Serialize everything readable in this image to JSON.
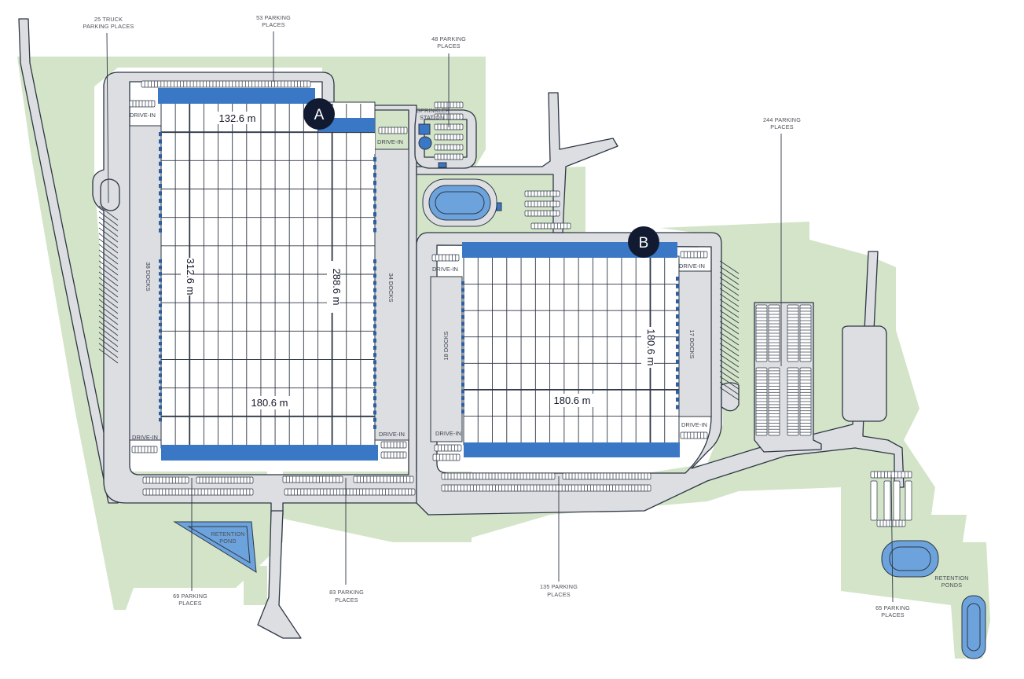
{
  "labels": {
    "truck_parking": [
      "25 TRUCK",
      "PARKING PLACES"
    ],
    "p53": [
      "53 PARKING",
      "PLACES"
    ],
    "p48": [
      "48 PARKING",
      "PLACES"
    ],
    "p244": [
      "244 PARKING",
      "PLACES"
    ],
    "p69": [
      "69 PARKING",
      "PLACES"
    ],
    "p83": [
      "83 PARKING",
      "PLACES"
    ],
    "p135": [
      "135 PARKING",
      "PLACES"
    ],
    "p65": [
      "65 PARKING",
      "PLACES"
    ],
    "sprinkler": [
      "SPRINKLER",
      "STATION"
    ],
    "retention_pond": [
      "RETENTION",
      "POND"
    ],
    "retention_ponds": [
      "RETENTION",
      "PONDS"
    ],
    "drive_in": "DRIVE-IN"
  },
  "building_a": {
    "badge": "A",
    "width_top": "132.6 m",
    "height_left": "312.6 m",
    "height_right": "288.6 m",
    "width_bottom": "180.6 m",
    "docks_left": "38 DOCKS",
    "docks_right": "34 DOCKS"
  },
  "building_b": {
    "badge": "B",
    "height": "180.6 m",
    "width": "180.6 m",
    "docks_left": "18 DOCKS",
    "docks_right": "17 DOCKS"
  },
  "colors": {
    "green": "#d3e4c8",
    "road": "#dcdee1",
    "outline": "#2e3745",
    "blue": "#3a77c4",
    "pond": "#6da3dc",
    "badge": "#111a31"
  }
}
